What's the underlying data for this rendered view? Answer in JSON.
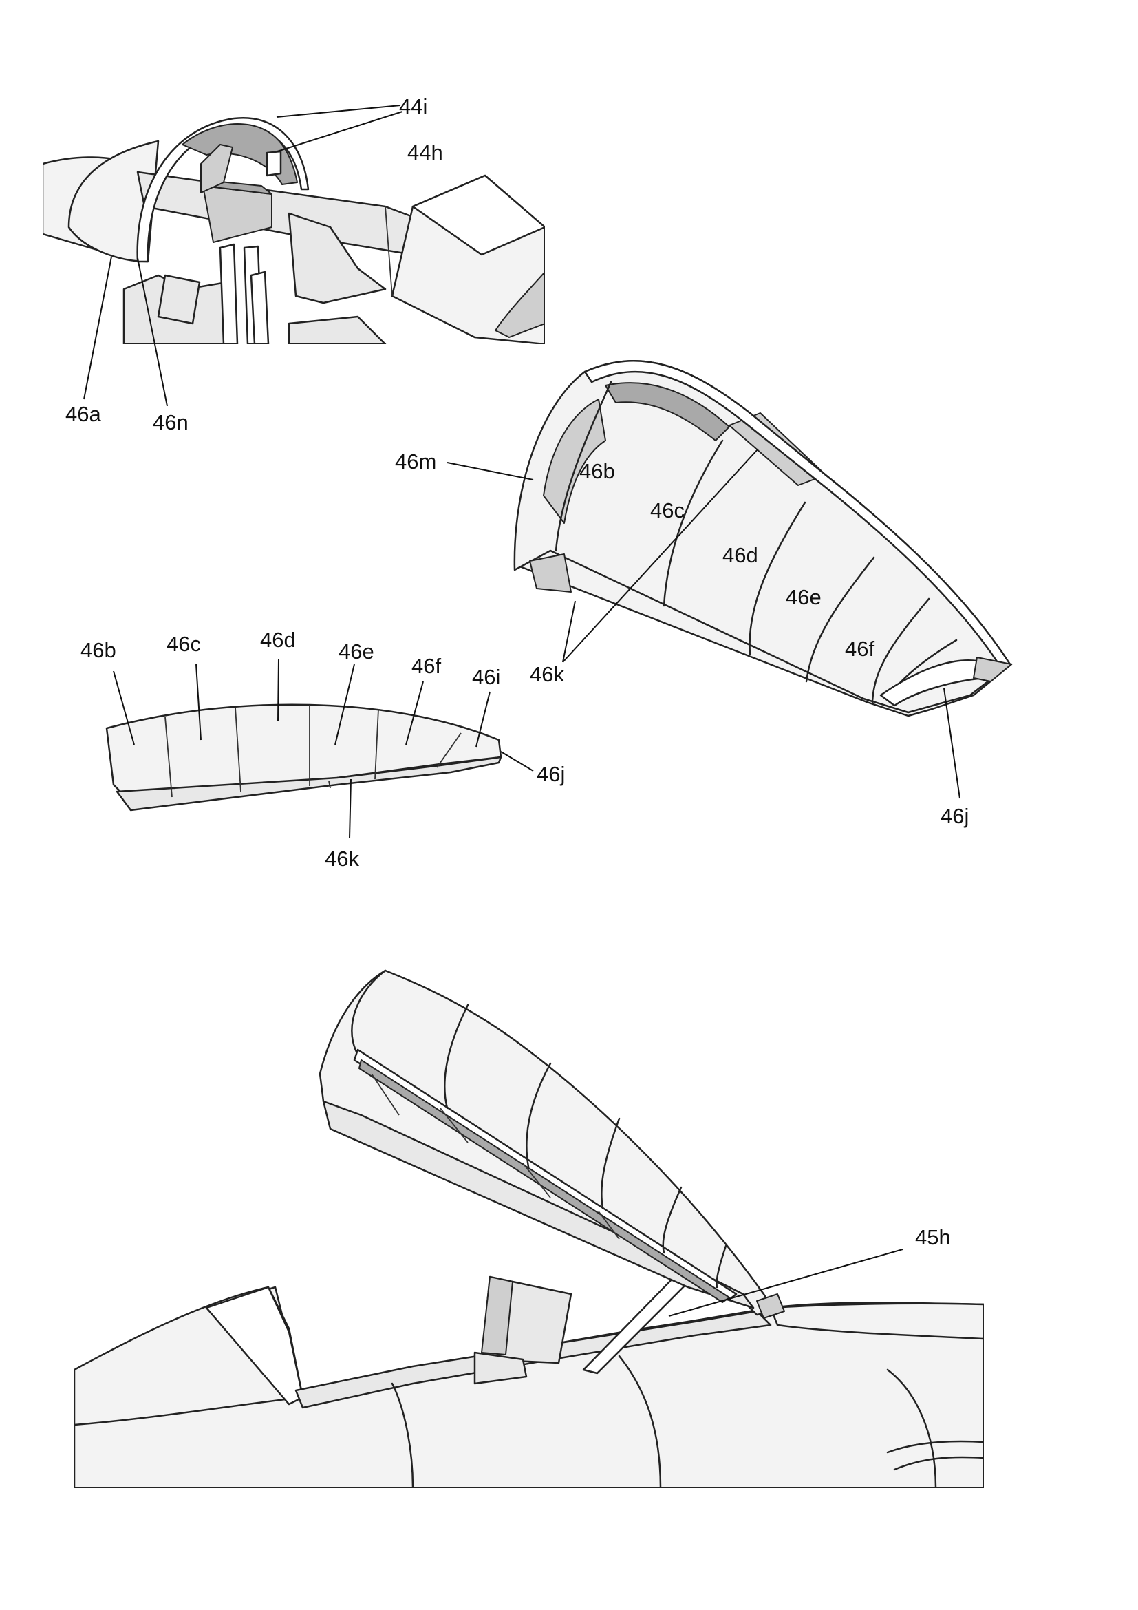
{
  "figure1": {
    "labels": {
      "l44i": "44i",
      "l44h": "44h",
      "l46a": "46a",
      "l46n": "46n"
    }
  },
  "figure2": {
    "labels": {
      "l46m": "46m",
      "l46b": "46b",
      "l46c": "46c",
      "l46d": "46d",
      "l46e": "46e",
      "l46f": "46f",
      "l46k": "46k",
      "l46j": "46j"
    }
  },
  "figure3": {
    "labels": {
      "l46b": "46b",
      "l46c": "46c",
      "l46d": "46d",
      "l46e": "46e",
      "l46f": "46f",
      "l46i": "46i",
      "l46j": "46j",
      "l46k": "46k"
    }
  },
  "figure4": {
    "labels": {
      "l45h": "45h"
    }
  }
}
